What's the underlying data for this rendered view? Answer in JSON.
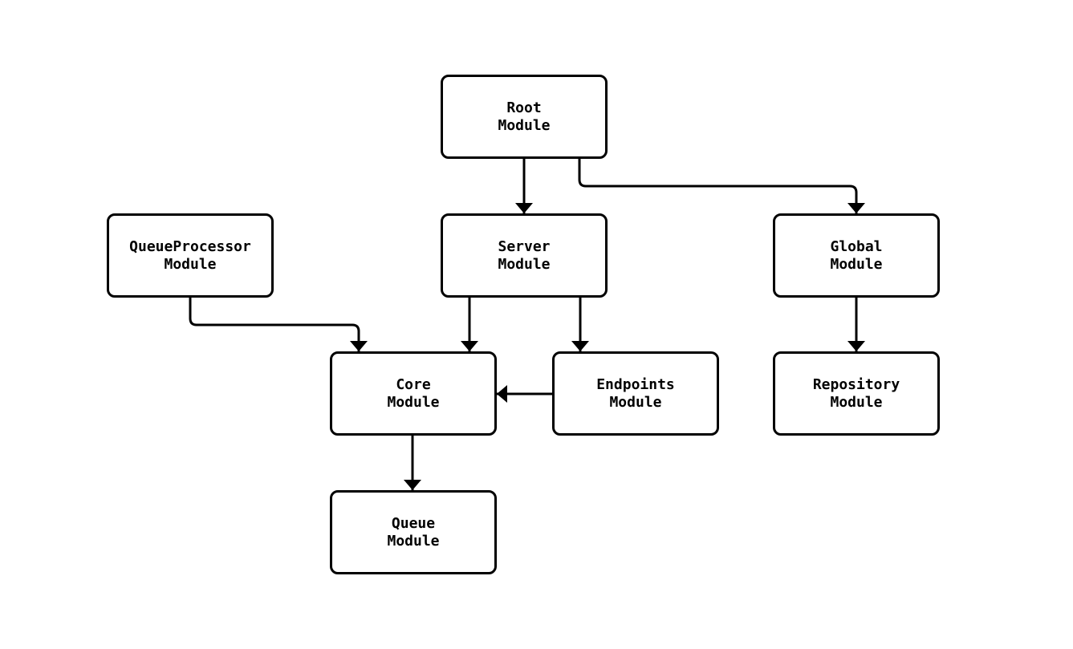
{
  "diagram": {
    "type": "module-dependency-flowchart",
    "background_color": "#ffffff",
    "stroke_color": "#000000",
    "node_fill_color": "#ffffff",
    "nodes": [
      {
        "id": "root",
        "label": "Root\nModule"
      },
      {
        "id": "queueprocessor",
        "label": "QueueProcessor\nModule"
      },
      {
        "id": "server",
        "label": "Server\nModule"
      },
      {
        "id": "global",
        "label": "Global\nModule"
      },
      {
        "id": "core",
        "label": "Core\nModule"
      },
      {
        "id": "endpoints",
        "label": "Endpoints\nModule"
      },
      {
        "id": "repository",
        "label": "Repository\nModule"
      },
      {
        "id": "queue",
        "label": "Queue\nModule"
      }
    ],
    "edges": [
      {
        "from": "root",
        "to": "server"
      },
      {
        "from": "root",
        "to": "global"
      },
      {
        "from": "queueprocessor",
        "to": "core"
      },
      {
        "from": "server",
        "to": "core"
      },
      {
        "from": "server",
        "to": "endpoints"
      },
      {
        "from": "endpoints",
        "to": "core"
      },
      {
        "from": "global",
        "to": "repository"
      },
      {
        "from": "core",
        "to": "queue"
      }
    ]
  }
}
